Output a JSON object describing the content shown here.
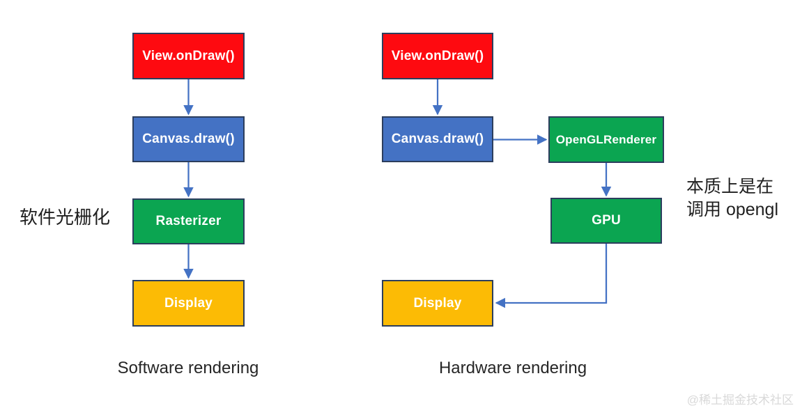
{
  "diagram": {
    "software": {
      "caption": "Software rendering",
      "annotation": "软件光栅化",
      "nodes": [
        {
          "id": "view-ondraw",
          "label": "View.onDraw()",
          "color": "red"
        },
        {
          "id": "canvas-draw",
          "label": "Canvas.draw()",
          "color": "blue"
        },
        {
          "id": "rasterizer",
          "label": "Rasterizer",
          "color": "green"
        },
        {
          "id": "display",
          "label": "Display",
          "color": "yellow"
        }
      ]
    },
    "hardware": {
      "caption": "Hardware rendering",
      "annotation_line1": "本质上是在",
      "annotation_line2": "调用 opengl",
      "nodes": [
        {
          "id": "view-ondraw",
          "label": "View.onDraw()",
          "color": "red"
        },
        {
          "id": "canvas-draw",
          "label": "Canvas.draw()",
          "color": "blue"
        },
        {
          "id": "openglrenderer",
          "label": "OpenGLRenderer",
          "color": "green"
        },
        {
          "id": "gpu",
          "label": "GPU",
          "color": "green"
        },
        {
          "id": "display",
          "label": "Display",
          "color": "yellow"
        }
      ]
    }
  },
  "watermark": "@稀土掘金技术社区",
  "colors": {
    "red": "#fe0a10",
    "blue": "#4472c4",
    "green": "#0ba551",
    "yellow": "#fcbb05",
    "arrow": "#4472c4",
    "ink": "#1f1f1f",
    "watermark": "#d9d9d9",
    "node_border": "#2c3e5d"
  }
}
